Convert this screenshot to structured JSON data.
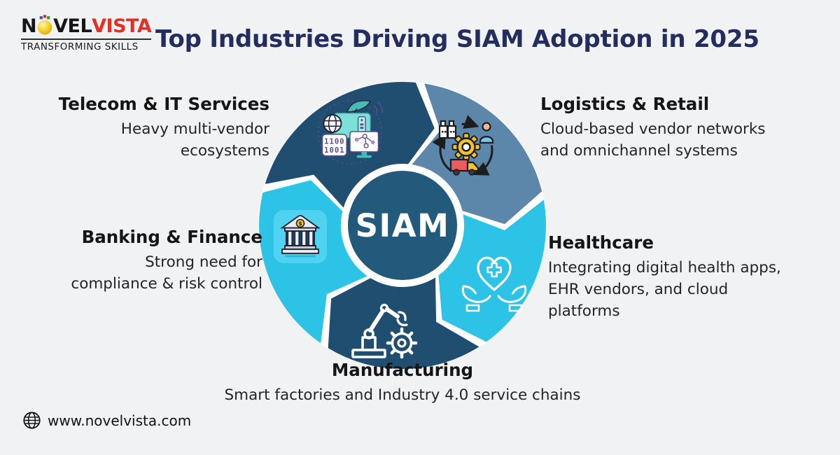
{
  "header": {
    "logo": {
      "n": "N",
      "vel": "VEL",
      "vista": "VISTA",
      "tagline": "TRANSFORMING SKILLS"
    },
    "title": "Top Industries Driving SIAM Adoption in 2025",
    "title_color": "#232d5e"
  },
  "wheel": {
    "center_label": "SIAM",
    "center_color": "#235a7b",
    "ring_colors": {
      "dark": "#1f4e71",
      "steel": "#5c87ab",
      "cyan": "#2cc3e7"
    },
    "segments": [
      {
        "industry": "logistics-retail",
        "color": "steel",
        "start": 7,
        "end": 78
      },
      {
        "industry": "healthcare",
        "color": "cyan",
        "start": 78,
        "end": 146
      },
      {
        "industry": "manufacturing",
        "color": "dark",
        "start": 146,
        "end": 213
      },
      {
        "industry": "banking-finance",
        "color": "cyan",
        "start": 213,
        "end": 285
      },
      {
        "industry": "telecom-it-services",
        "color": "dark",
        "start": 285,
        "end": 367
      }
    ]
  },
  "industries": {
    "telecom": {
      "name": "Telecom & IT Services",
      "description": "Heavy multi-vendor\necosystems"
    },
    "logistics": {
      "name": "Logistics & Retail",
      "description": "Cloud-based vendor networks\nand omnichannel systems"
    },
    "healthcare": {
      "name": "Healthcare",
      "description": "Integrating digital health apps,\nEHR vendors, and cloud\nplatforms"
    },
    "manufacturing": {
      "name": "Manufacturing",
      "description": "Smart factories and Industry 4.0 service chains"
    },
    "banking": {
      "name": "Banking & Finance",
      "description": "Strong need for\ncompliance & risk control"
    }
  },
  "icons": {
    "telecom_binary": [
      "1100",
      "1001"
    ],
    "bank_coin_symbol": "$"
  },
  "footer": {
    "website": "www.novelvista.com"
  }
}
